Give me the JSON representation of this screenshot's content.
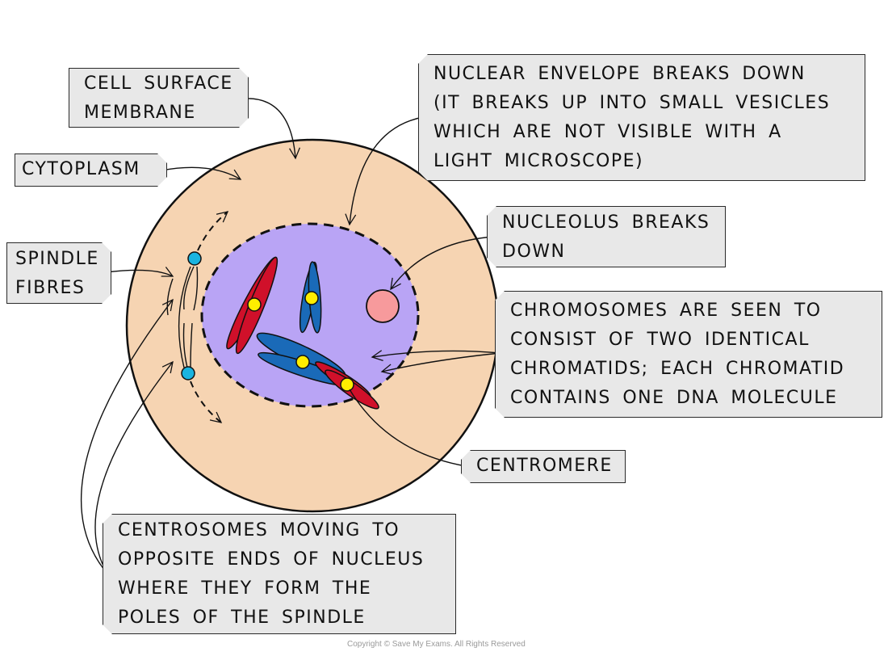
{
  "diagram": {
    "title": "Prophase of mitosis",
    "colors": {
      "cytoplasm": "#f6d4b2",
      "nucleus": "#b9a4f5",
      "red_chromosome": "#d0102a",
      "blue_chromosome": "#1a6ab8",
      "centromere": "#ffee00",
      "centrosome": "#1ab4e0",
      "nucleolus": "#f79a9c",
      "label_fill": "#e8e8e8"
    },
    "labels": {
      "cell_surface_membrane": [
        "CELL SURFACE",
        "MEMBRANE"
      ],
      "cytoplasm": [
        "CYTOPLASM"
      ],
      "spindle_fibres": [
        "SPINDLE",
        "FIBRES"
      ],
      "nuclear_envelope": [
        "NUCLEAR ENVELOPE BREAKS DOWN",
        "(IT BREAKS UP INTO SMALL VESICLES",
        "WHICH ARE NOT VISIBLE WITH A",
        "LIGHT MICROSCOPE)"
      ],
      "nucleolus": [
        "NUCLEOLUS BREAKS",
        "DOWN"
      ],
      "chromosomes": [
        "CHROMOSOMES ARE SEEN TO",
        "CONSIST OF TWO IDENTICAL",
        "CHROMATIDS; EACH CHROMATID",
        "CONTAINS ONE DNA MOLECULE"
      ],
      "centromere": [
        "CENTROMERE"
      ],
      "centrosomes": [
        "CENTROSOMES MOVING TO",
        "OPPOSITE ENDS OF NUCLEUS",
        "WHERE THEY FORM THE",
        "POLES OF THE SPINDLE"
      ]
    },
    "copyright": "Copyright © Save My Exams. All Rights Reserved"
  }
}
